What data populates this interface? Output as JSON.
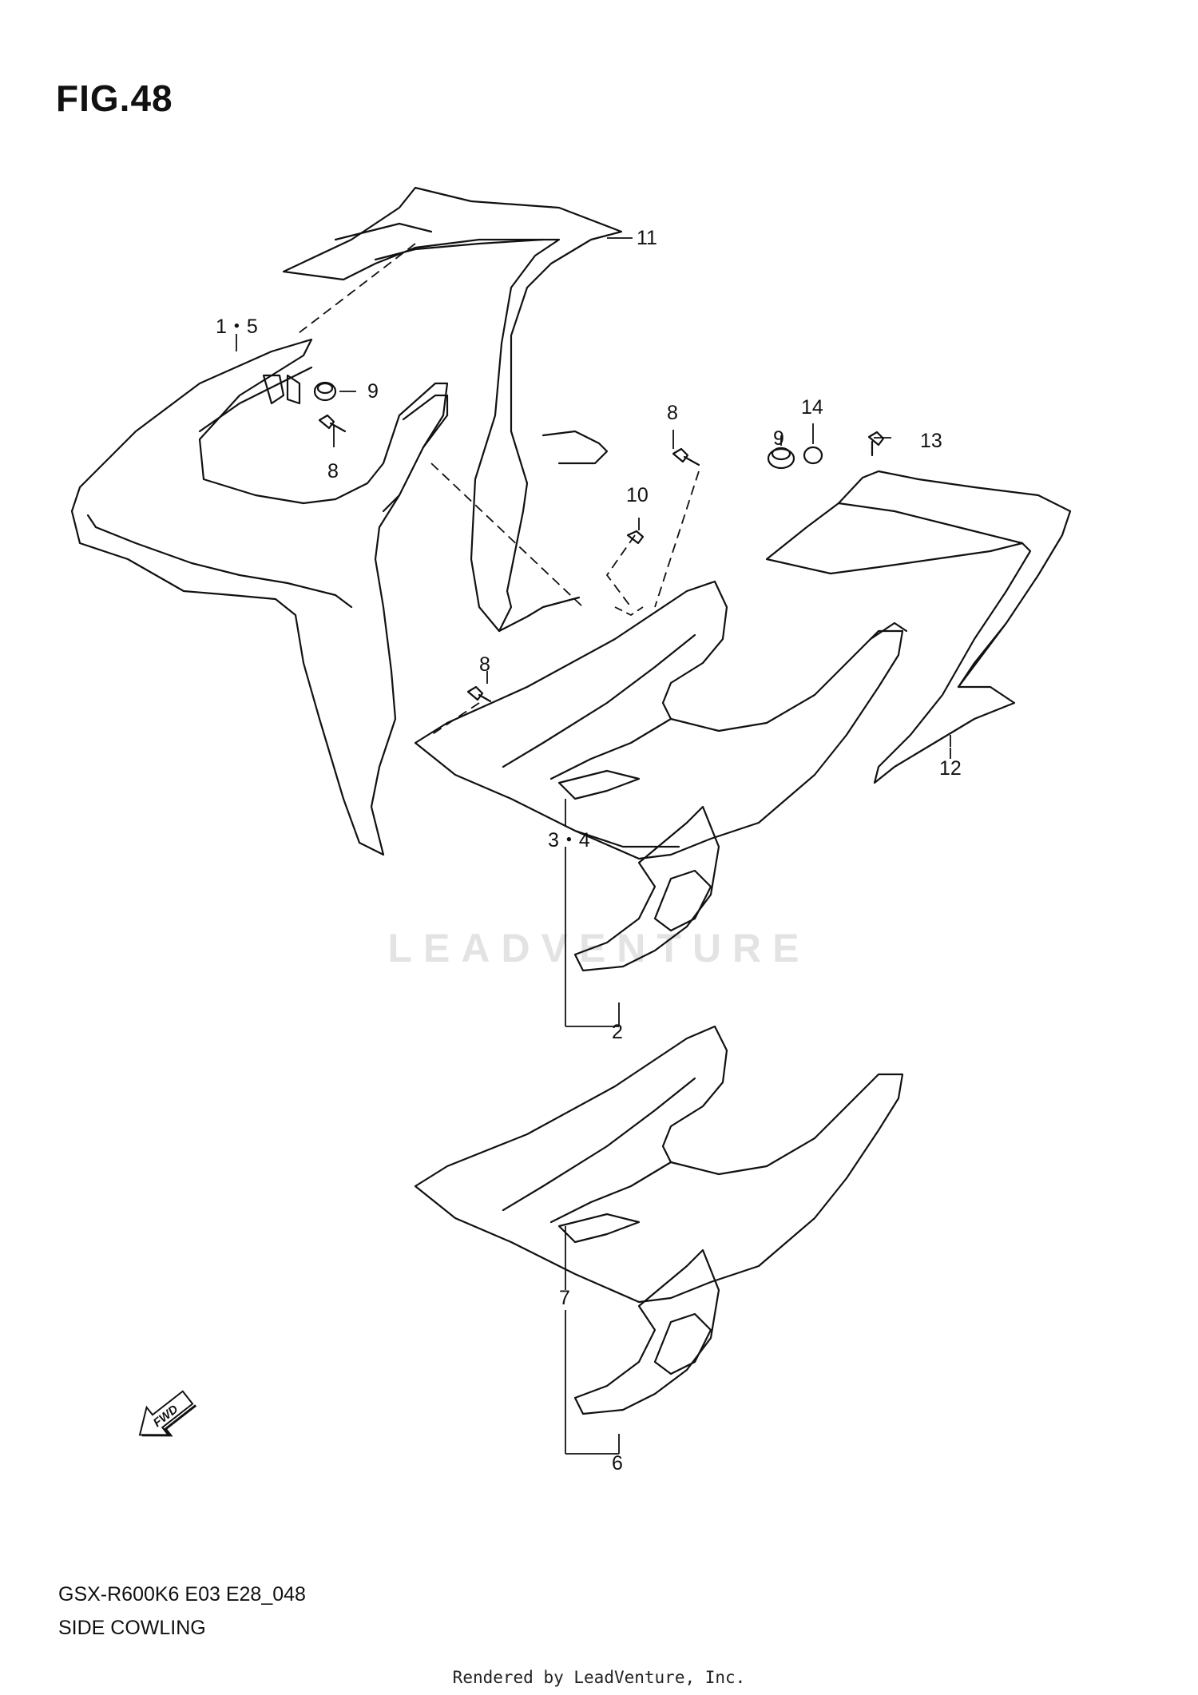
{
  "figure": {
    "title": "FIG.48",
    "model_code": "GSX-R600K6 E03 E28_048",
    "name": "SIDE COWLING",
    "watermark": "LEADVENTURE",
    "credit": "Rendered by LeadVenture, Inc."
  },
  "callouts": {
    "c1_5": "1・5",
    "c2": "2",
    "c3_4": "3・4",
    "c6": "6",
    "c7": "7",
    "c8_a": "8",
    "c8_b": "8",
    "c8_c": "8",
    "c9_a": "9",
    "c9_b": "9",
    "c10": "10",
    "c11": "11",
    "c12": "12",
    "c13": "13",
    "c14": "14"
  },
  "fwd_arrow": {
    "label": "FWD",
    "icon": "forward-arrow-icon"
  },
  "colors": {
    "line": "#111111",
    "watermark": "#e3e3e3"
  }
}
